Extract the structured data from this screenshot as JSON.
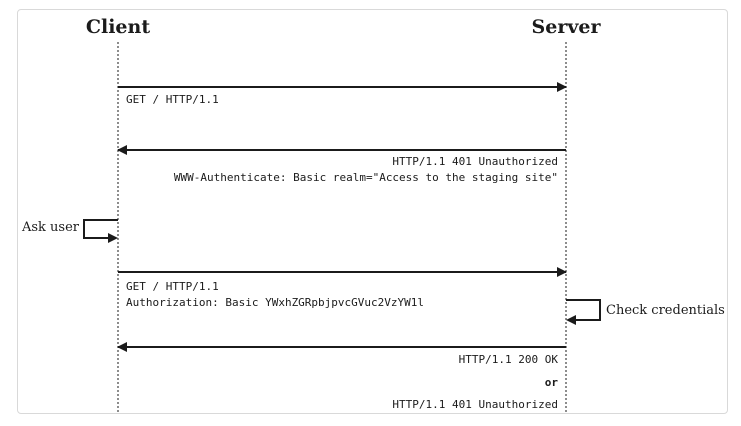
{
  "actors": {
    "client": "Client",
    "server": "Server"
  },
  "messages": {
    "request1": "GET / HTTP/1.1",
    "response401_status": "HTTP/1.1 401 Unauthorized",
    "response401_header": "WWW-Authenticate: Basic realm=\"Access to the staging site\"",
    "request2_line": "GET / HTTP/1.1",
    "request2_auth": "Authorization: Basic YWxhZGRpbjpvcGVuc2VzYW1l",
    "final_ok": "HTTP/1.1 200 OK",
    "final_or": "or",
    "final_401": "HTTP/1.1 401 Unauthorized"
  },
  "notes": {
    "ask_user": "Ask user",
    "check_credentials": "Check credentials"
  },
  "colors": {
    "ink": "#1b1b1b",
    "frame_border": "#d9d9d9",
    "background": "#ffffff"
  }
}
